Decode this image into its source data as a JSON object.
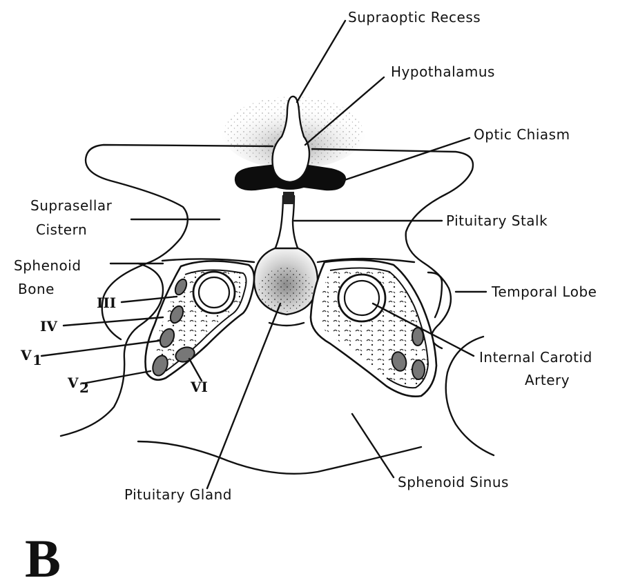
{
  "figure": {
    "panel_letter": "B",
    "labels": {
      "supraoptic_recess": "Supraoptic Recess",
      "hypothalamus": "Hypothalamus",
      "optic_chiasm": "Optic Chiasm",
      "suprasellar_cistern_1": "Suprasellar",
      "suprasellar_cistern_2": "Cistern",
      "pituitary_stalk": "Pituitary Stalk",
      "sphenoid_bone_1": "Sphenoid",
      "sphenoid_bone_2": "Bone",
      "temporal_lobe": "Temporal Lobe",
      "nerve_iii": "III",
      "nerve_iv": "IV",
      "nerve_v1": "V",
      "nerve_v1_sub": "1",
      "nerve_v2": "V",
      "nerve_v2_sub": "2",
      "nerve_vi": "VI",
      "internal_carotid_1": "Internal Carotid",
      "internal_carotid_2": "Artery",
      "pituitary_gland": "Pituitary Gland",
      "sphenoid_sinus": "Sphenoid Sinus"
    }
  }
}
